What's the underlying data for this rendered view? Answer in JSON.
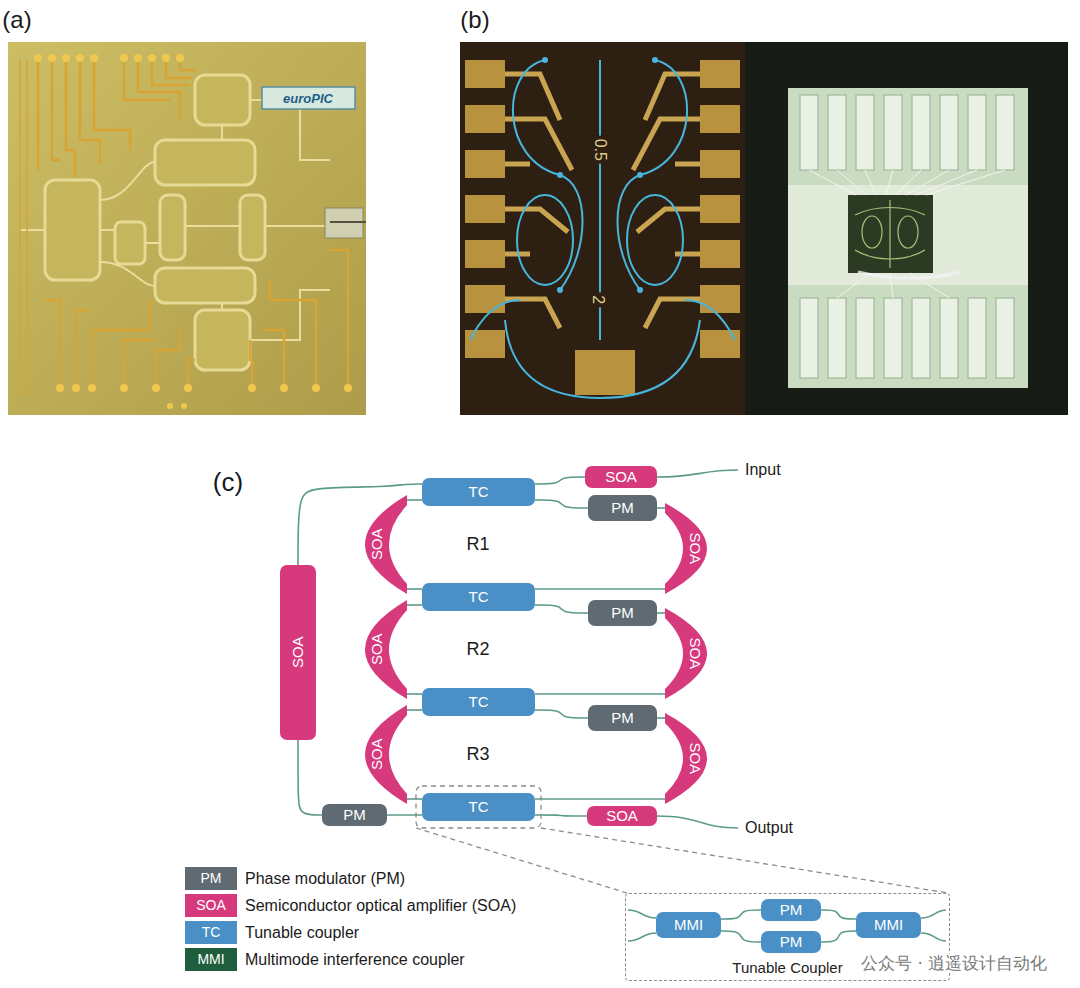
{
  "diagram": {
    "nodes": [
      {
        "text": [
          "SOA"
        ]
      },
      {
        "text": [
          "TC"
        ]
      },
      {
        "text": [
          "PM"
        ]
      },
      {
        "text": [
          "SOA"
        ]
      },
      {
        "text": [
          "SOA"
        ]
      },
      {
        "text": [
          "SOA"
        ]
      },
      {
        "text": [
          "TC"
        ]
      },
      {
        "text": [
          "PM"
        ]
      },
      {
        "text": [
          "SOA"
        ]
      },
      {
        "text": [
          "SOA"
        ]
      },
      {
        "text": [
          "TC"
        ]
      },
      {
        "text": [
          "PM"
        ]
      },
      {
        "text": [
          "SOA"
        ]
      },
      {
        "text": [
          "SOA"
        ]
      },
      {
        "text": [
          "PM"
        ]
      },
      {
        "text": [
          "TC"
        ]
      },
      {
        "text": [
          "SOA"
        ]
      },
      {
        "text": [
          "Tunable Coupler"
        ]
      },
      {
        "text": [
          "MMI"
        ],
        "in": 17
      },
      {
        "text": [
          "PM"
        ],
        "in": 17
      },
      {
        "text": [
          "PM"
        ],
        "in": 17
      },
      {
        "text": [
          "MMI"
        ],
        "in": 17
      }
    ],
    "edges": [
      {
        "from": 0,
        "to": 1,
        "arrow": "none"
      },
      {
        "from": 1,
        "to": 2,
        "arrow": "none"
      },
      {
        "from": 2,
        "to": 4,
        "arrow": "none"
      },
      {
        "from": 4,
        "to": 6,
        "arrow": "none"
      },
      {
        "from": 1,
        "to": 3,
        "arrow": "none"
      },
      {
        "from": 3,
        "to": 6,
        "arrow": "none"
      },
      {
        "from": 1,
        "to": 5,
        "arrow": "none"
      },
      {
        "from": 5,
        "to": 14,
        "arrow": "none"
      },
      {
        "from": 14,
        "to": 15,
        "arrow": "none"
      },
      {
        "from": 6,
        "to": 8,
        "arrow": "none"
      },
      {
        "from": 8,
        "to": 10,
        "arrow": "none"
      },
      {
        "from": 6,
        "to": 7,
        "arrow": "none"
      },
      {
        "from": 7,
        "to": 9,
        "arrow": "none"
      },
      {
        "from": 9,
        "to": 10,
        "arrow": "none"
      },
      {
        "from": 10,
        "to": 12,
        "arrow": "none"
      },
      {
        "from": 12,
        "to": 15,
        "arrow": "none"
      },
      {
        "from": 10,
        "to": 11,
        "arrow": "none"
      },
      {
        "from": 11,
        "to": 13,
        "arrow": "none"
      },
      {
        "from": 13,
        "to": 15,
        "arrow": "none"
      },
      {
        "from": 15,
        "to": 16,
        "arrow": "none"
      },
      {
        "from": 18,
        "to": 19,
        "arrow": "none"
      },
      {
        "from": 18,
        "to": 20,
        "arrow": "none"
      },
      {
        "from": 19,
        "to": 21,
        "arrow": "none"
      },
      {
        "from": 20,
        "to": 21,
        "arrow": "none"
      }
    ],
    "labels": [
      "(a)",
      "euroPIC",
      "(b)",
      "0.5",
      "2",
      "(c)",
      "Input",
      "R1",
      "R2",
      "R3",
      "Output",
      "PM",
      "SOA",
      "TC",
      "MMI",
      "公众号 · 逍遥设计自动化"
    ],
    "legend": [
      {
        "text": "Phase modulator (PM)",
        "color": "#5f6a72"
      },
      {
        "text": "Semiconductor optical amplifier (SOA)",
        "color": "#d63a7c"
      },
      {
        "text": "Tunable coupler",
        "color": "#4a90c6"
      },
      {
        "text": "Multimode interference coupler",
        "color": "#1e5e3c"
      }
    ]
  }
}
